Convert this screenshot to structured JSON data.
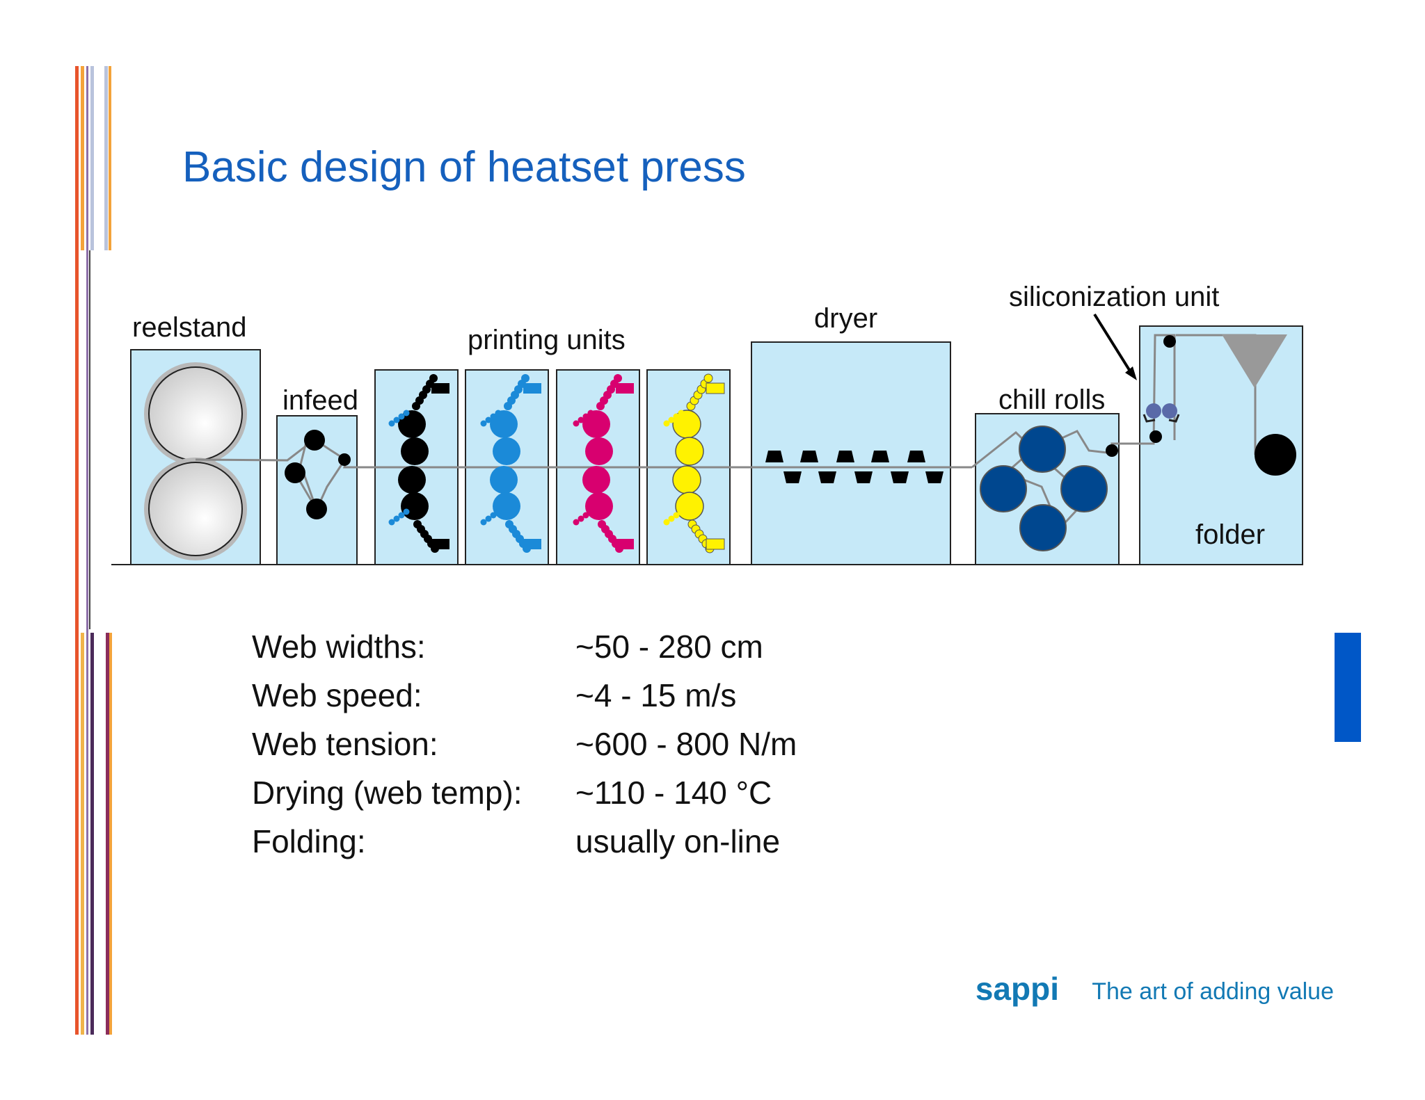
{
  "slide": {
    "title": "Basic design of heatset press"
  },
  "diagram": {
    "labels": {
      "reelstand": "reelstand",
      "infeed": "infeed",
      "printing_units": "printing units",
      "dryer": "dryer",
      "siliconization_unit": "siliconization unit",
      "chill_rolls": "chill rolls",
      "folder": "folder"
    },
    "unit_colors": {
      "box_fill": "#c6e9f8",
      "black": "#000000",
      "cyan": "#1b8ad8",
      "magenta": "#d8006f",
      "yellow": "#fff200",
      "chill_roll": "#00478f",
      "silicon_roll": "#5a6aa8"
    }
  },
  "specs": [
    {
      "label": "Web widths:",
      "value": "~50 - 280 cm"
    },
    {
      "label": "Web speed:",
      "value": "~4 - 15 m/s"
    },
    {
      "label": "Web tension:",
      "value": "~600 - 800 N/m"
    },
    {
      "label": "Drying (web temp):",
      "value": "~110 - 140 °C"
    },
    {
      "label": "Folding:",
      "value": "usually on-line"
    }
  ],
  "branding": {
    "name": "sappi",
    "tagline": "The art of adding value",
    "accent_color": "#1279b4"
  }
}
